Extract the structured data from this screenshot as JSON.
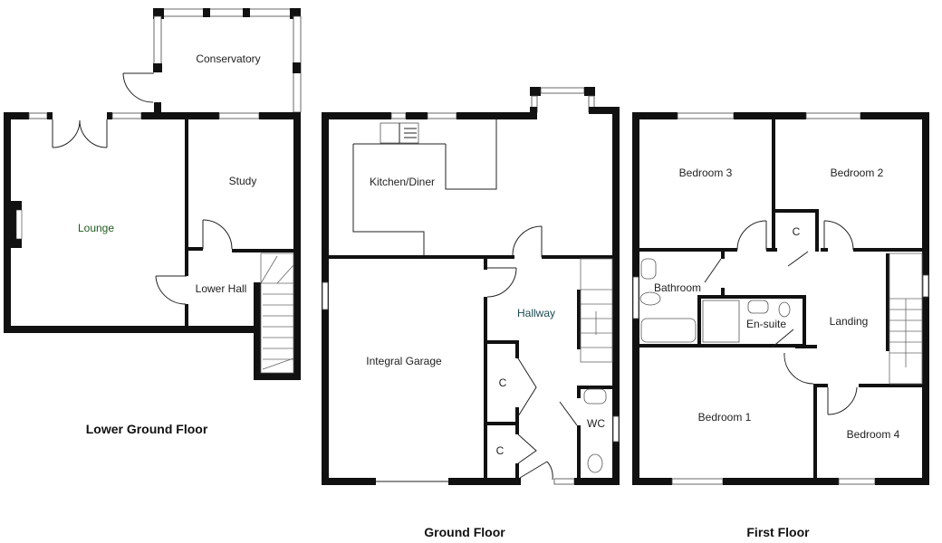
{
  "floors": [
    {
      "name": "Lower Ground Floor",
      "rooms": [
        {
          "label": "Conservatory"
        },
        {
          "label": "Lounge"
        },
        {
          "label": "Study"
        },
        {
          "label": "Lower Hall"
        }
      ]
    },
    {
      "name": "Ground Floor",
      "rooms": [
        {
          "label": "Kitchen/Diner"
        },
        {
          "label": "Integral Garage"
        },
        {
          "label": "Hallway"
        },
        {
          "label": "C"
        },
        {
          "label": "C"
        },
        {
          "label": "WC"
        }
      ]
    },
    {
      "name": "First Floor",
      "rooms": [
        {
          "label": "Bedroom 3"
        },
        {
          "label": "Bedroom 2"
        },
        {
          "label": "C"
        },
        {
          "label": "Bathroom"
        },
        {
          "label": "En-suite"
        },
        {
          "label": "Landing"
        },
        {
          "label": "Bedroom 1"
        },
        {
          "label": "Bedroom 4"
        }
      ]
    }
  ],
  "colors": {
    "wall": "#111111",
    "background": "#ffffff",
    "lounge_label": "#1f5a1f",
    "hallway_label": "#1d4a52"
  }
}
